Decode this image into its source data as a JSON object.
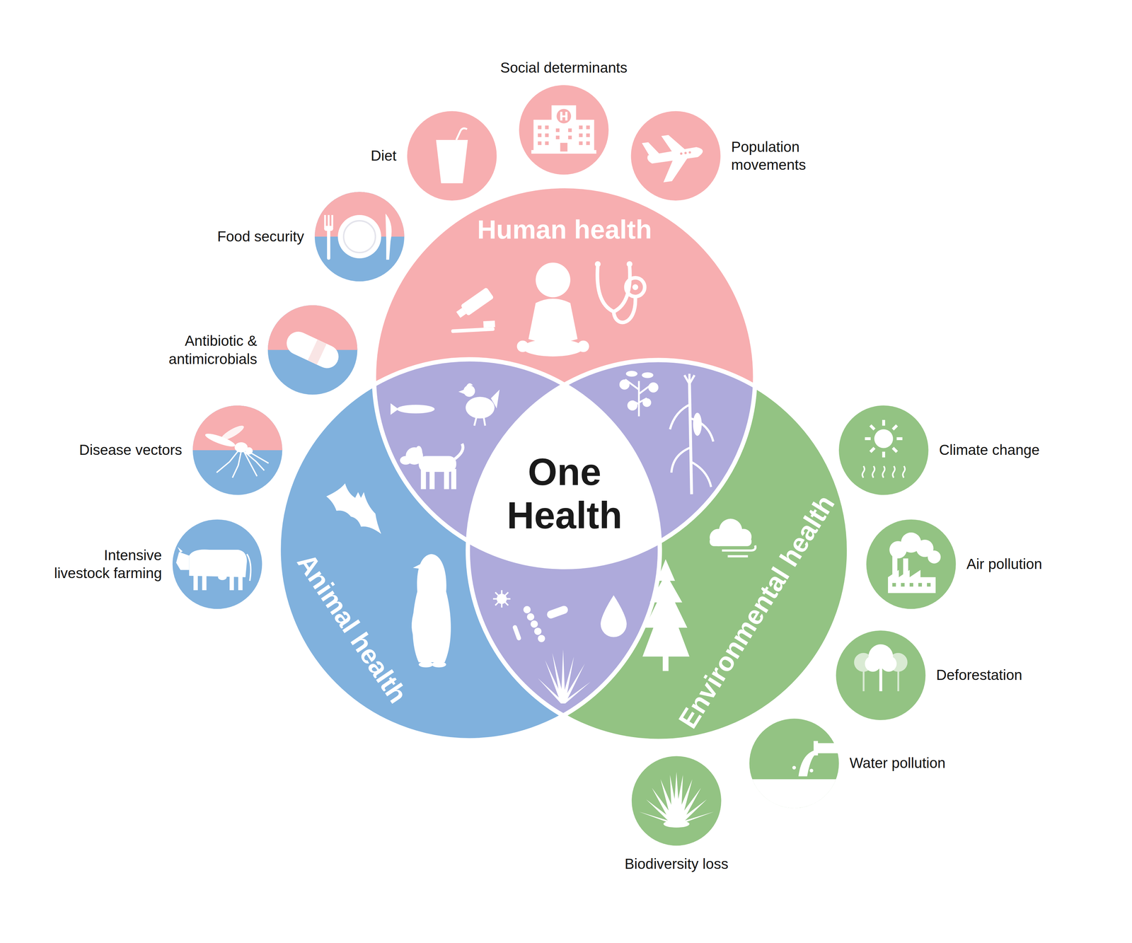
{
  "diagram": {
    "nodes": [
      {
        "text": [
          "Social determinants"
        ]
      },
      {
        "text": [
          "Diet"
        ]
      },
      {
        "text": [
          "Population movements"
        ]
      },
      {
        "text": [
          "Food security"
        ]
      },
      {
        "text": [
          "Human health"
        ]
      },
      {
        "text": [
          "Antibiotic & antimicrobials"
        ]
      },
      {
        "text": [
          "Disease vectors"
        ]
      },
      {
        "text": [
          "Climate change"
        ]
      },
      {
        "text": [
          "One Health"
        ]
      },
      {
        "text": [
          "Animal health"
        ]
      },
      {
        "text": [
          "Environmental health"
        ]
      },
      {
        "text": [
          "Intensive livestock farming"
        ]
      },
      {
        "text": [
          "Air pollution"
        ]
      },
      {
        "text": [
          "Deforestation"
        ]
      },
      {
        "text": [
          "Water pollution"
        ]
      },
      {
        "text": [
          "Biodiversity loss"
        ]
      }
    ]
  }
}
